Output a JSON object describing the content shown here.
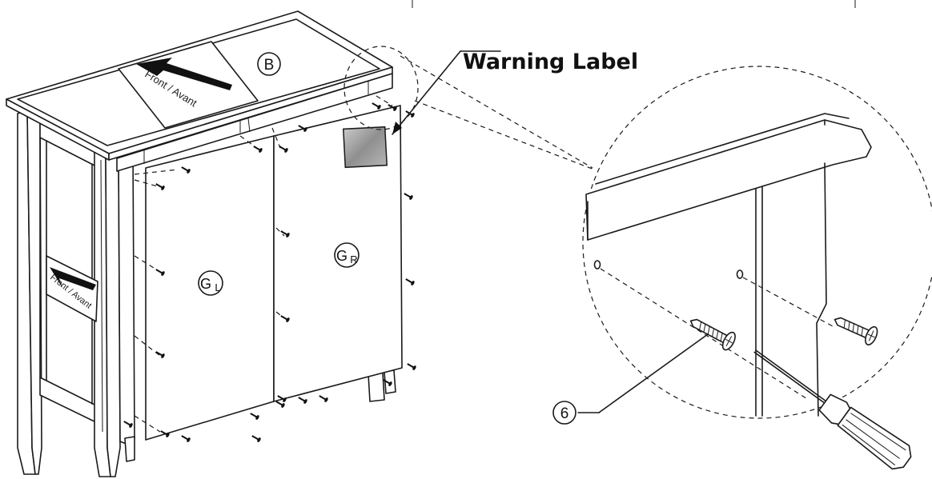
{
  "callouts": {
    "top_part": "B",
    "left_panel": "G",
    "left_panel_sub": "L",
    "right_panel": "G",
    "right_panel_sub": "R",
    "screw_ref": "6"
  },
  "labels": {
    "top_direction": "Front / Avant",
    "side_direction": "Front / Avant",
    "warning": "Warning Label"
  },
  "colors": {
    "line": "#1a1a1a",
    "warning_fill": "#a6a6a6",
    "background": "#ffffff"
  }
}
